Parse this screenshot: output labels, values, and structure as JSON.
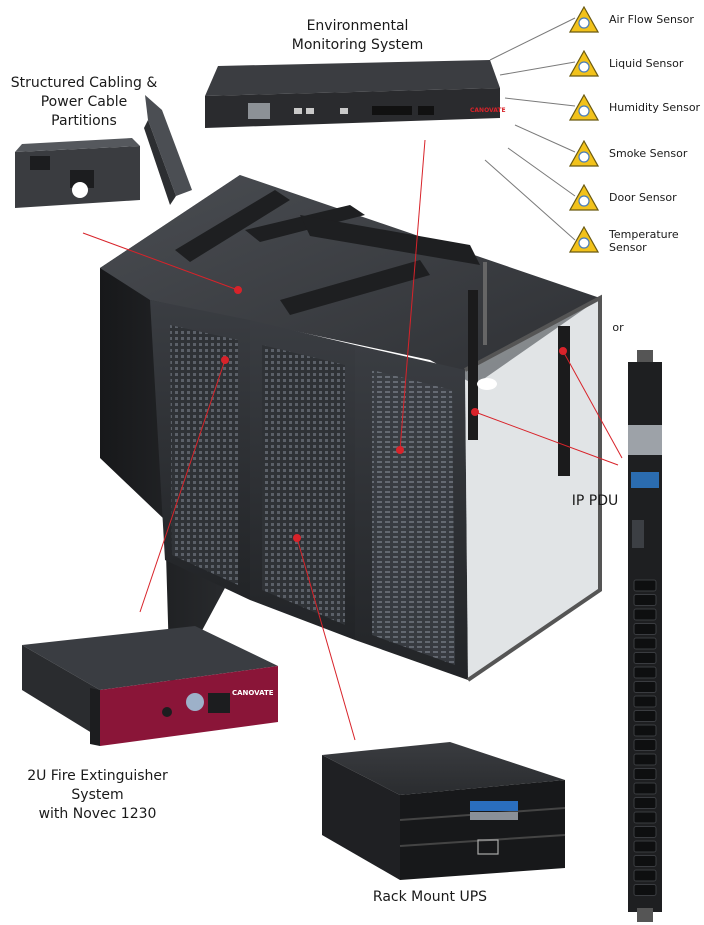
{
  "labels": {
    "environmental_monitoring": "Environmental\nMonitoring System",
    "structured_cabling": "Structured Cabling &\nPower Cable\nPartitions",
    "fire_extinguisher": "2U Fire Extinguisher\nSystem\nwith Novec 1230",
    "rack_ups": "Rack Mount UPS",
    "ip_pdu": "IP PDU",
    "or": "or"
  },
  "sensors": [
    {
      "name": "Air Flow Sensor",
      "icon": "airflow-sensor-icon"
    },
    {
      "name": "Liquid Sensor",
      "icon": "liquid-sensor-icon"
    },
    {
      "name": "Humidity Sensor",
      "icon": "humidity-sensor-icon"
    },
    {
      "name": "Smoke Sensor",
      "icon": "smoke-sensor-icon"
    },
    {
      "name": "Door Sensor",
      "icon": "door-sensor-icon"
    },
    {
      "name": "Temperature\nSensor",
      "icon": "temperature-sensor-icon"
    }
  ],
  "device_text": {
    "brand": "CANOVATE"
  },
  "colors": {
    "leader_red": "#d8232a",
    "leader_gray": "#7a7a7a",
    "cabinet_dark": "#2b2d30",
    "fire_panel": "#8a1538",
    "sensor_yellow": "#f2c21b"
  }
}
